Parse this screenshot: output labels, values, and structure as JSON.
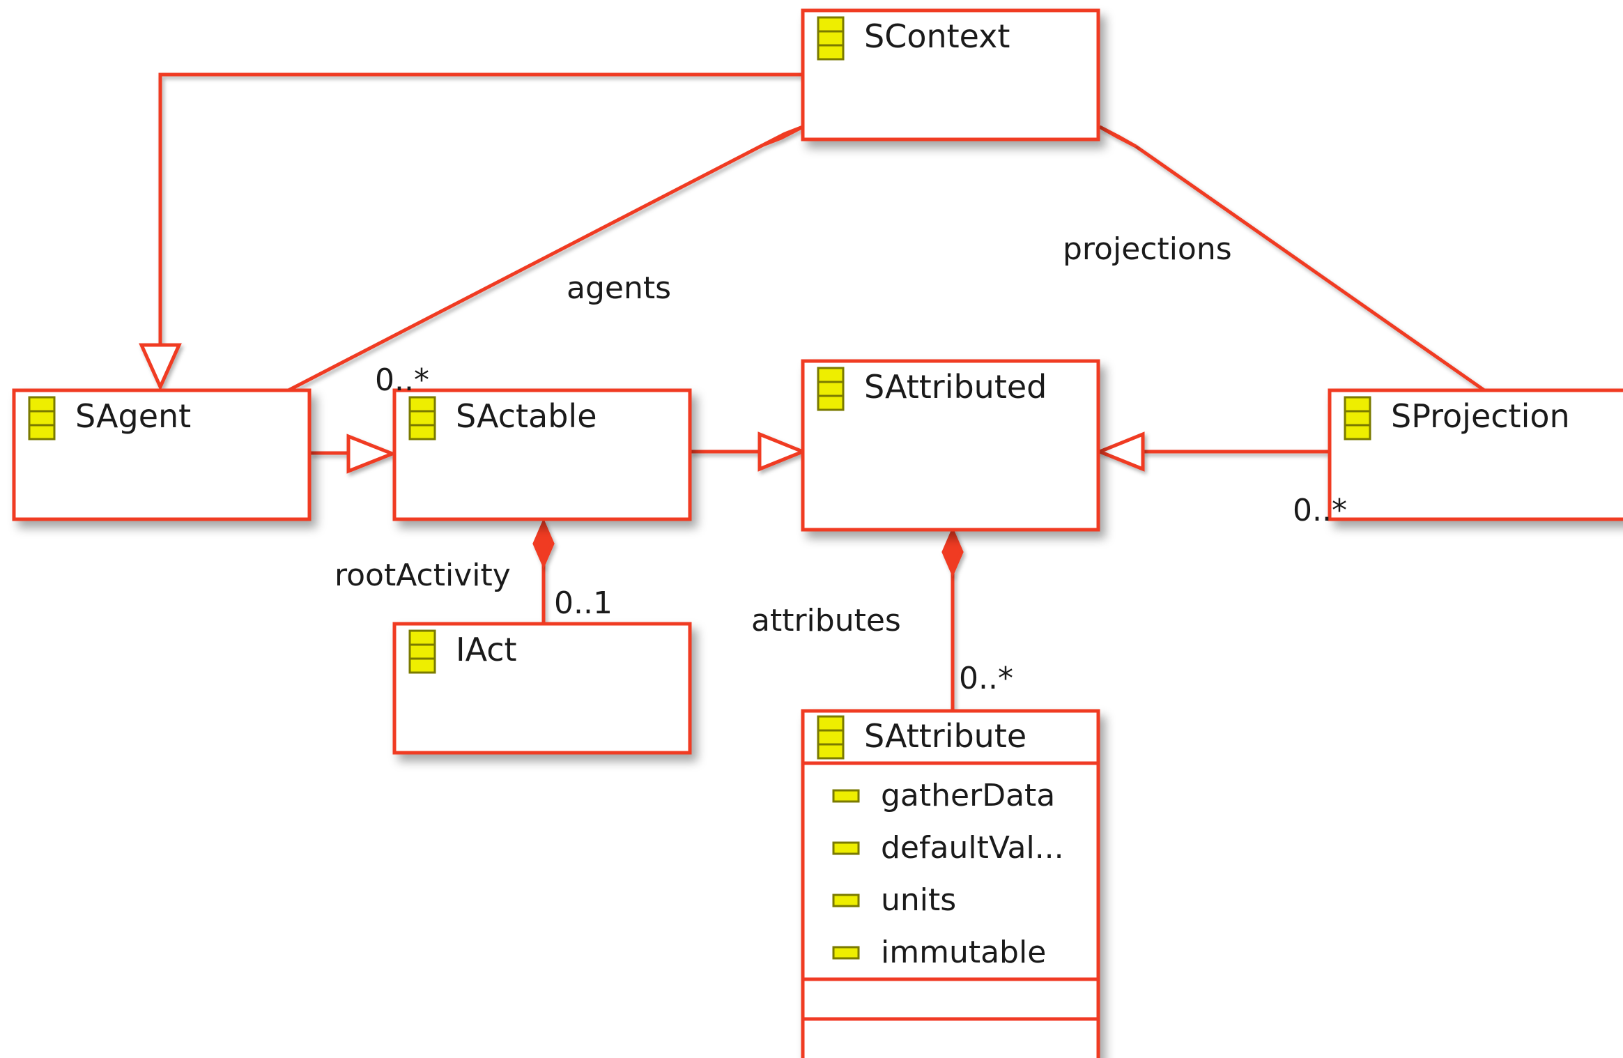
{
  "colors": {
    "line": "#f03a24",
    "icon_fill": "#eeee00",
    "icon_stroke": "#7a7a00",
    "box_fill": "#ffffff"
  },
  "classes": {
    "scontext": "SContext",
    "sagent": "SAgent",
    "sactable": "SActable",
    "sattributed": "SAttributed",
    "sprojection": "SProjection",
    "iact": "IAct",
    "sattribute": "SAttribute"
  },
  "attributes": [
    "gatherData",
    "defaultVal...",
    "units",
    "immutable"
  ],
  "roles": {
    "agents": "agents",
    "projections": "projections",
    "root_activity": "rootActivity",
    "attributes": "attributes"
  },
  "multiplicities": {
    "agents": "0..*",
    "projections": "0..*",
    "root_activity": "0..1",
    "attributes": "0..*"
  },
  "icons": {
    "class": "class-icon",
    "attribute": "attribute-icon"
  }
}
